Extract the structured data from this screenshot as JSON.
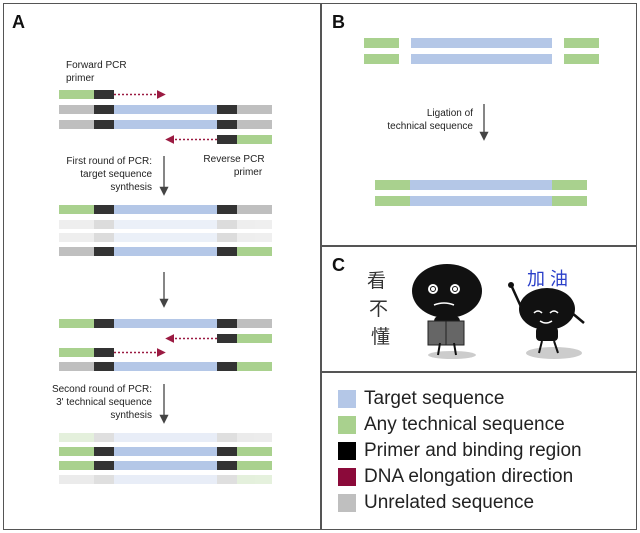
{
  "panel_a": {
    "letter": "A",
    "forward_primer": [
      "Forward PCR",
      "primer"
    ],
    "reverse_primer": [
      "Reverse PCR",
      "primer"
    ],
    "first_round": [
      "First round of PCR:",
      "target sequence",
      "synthesis"
    ],
    "second_round": [
      "Second round of PCR:",
      "3' technical sequence",
      "synthesis"
    ]
  },
  "panel_b": {
    "letter": "B",
    "ligation": [
      "Ligation of",
      "technical sequence"
    ]
  },
  "panel_c": {
    "letter": "C",
    "chars_left": [
      "看",
      "不",
      "懂"
    ],
    "chars_right": "加 油"
  },
  "legend": {
    "items": [
      {
        "label": "Target sequence",
        "color": "#b4c7e7"
      },
      {
        "label": "Any technical sequence",
        "color": "#a9d18e"
      },
      {
        "label": "Primer and binding region",
        "color": "#000000"
      },
      {
        "label": "DNA elongation direction",
        "color": "#8b0a3a"
      },
      {
        "label": "Unrelated sequence",
        "color": "#bfbfbf"
      }
    ]
  },
  "colors": {
    "target": "#b4c7e7",
    "technical": "#a9d18e",
    "primer": "#333333",
    "elongation": "#9b1b42",
    "unrelated": "#bfbfbf"
  }
}
